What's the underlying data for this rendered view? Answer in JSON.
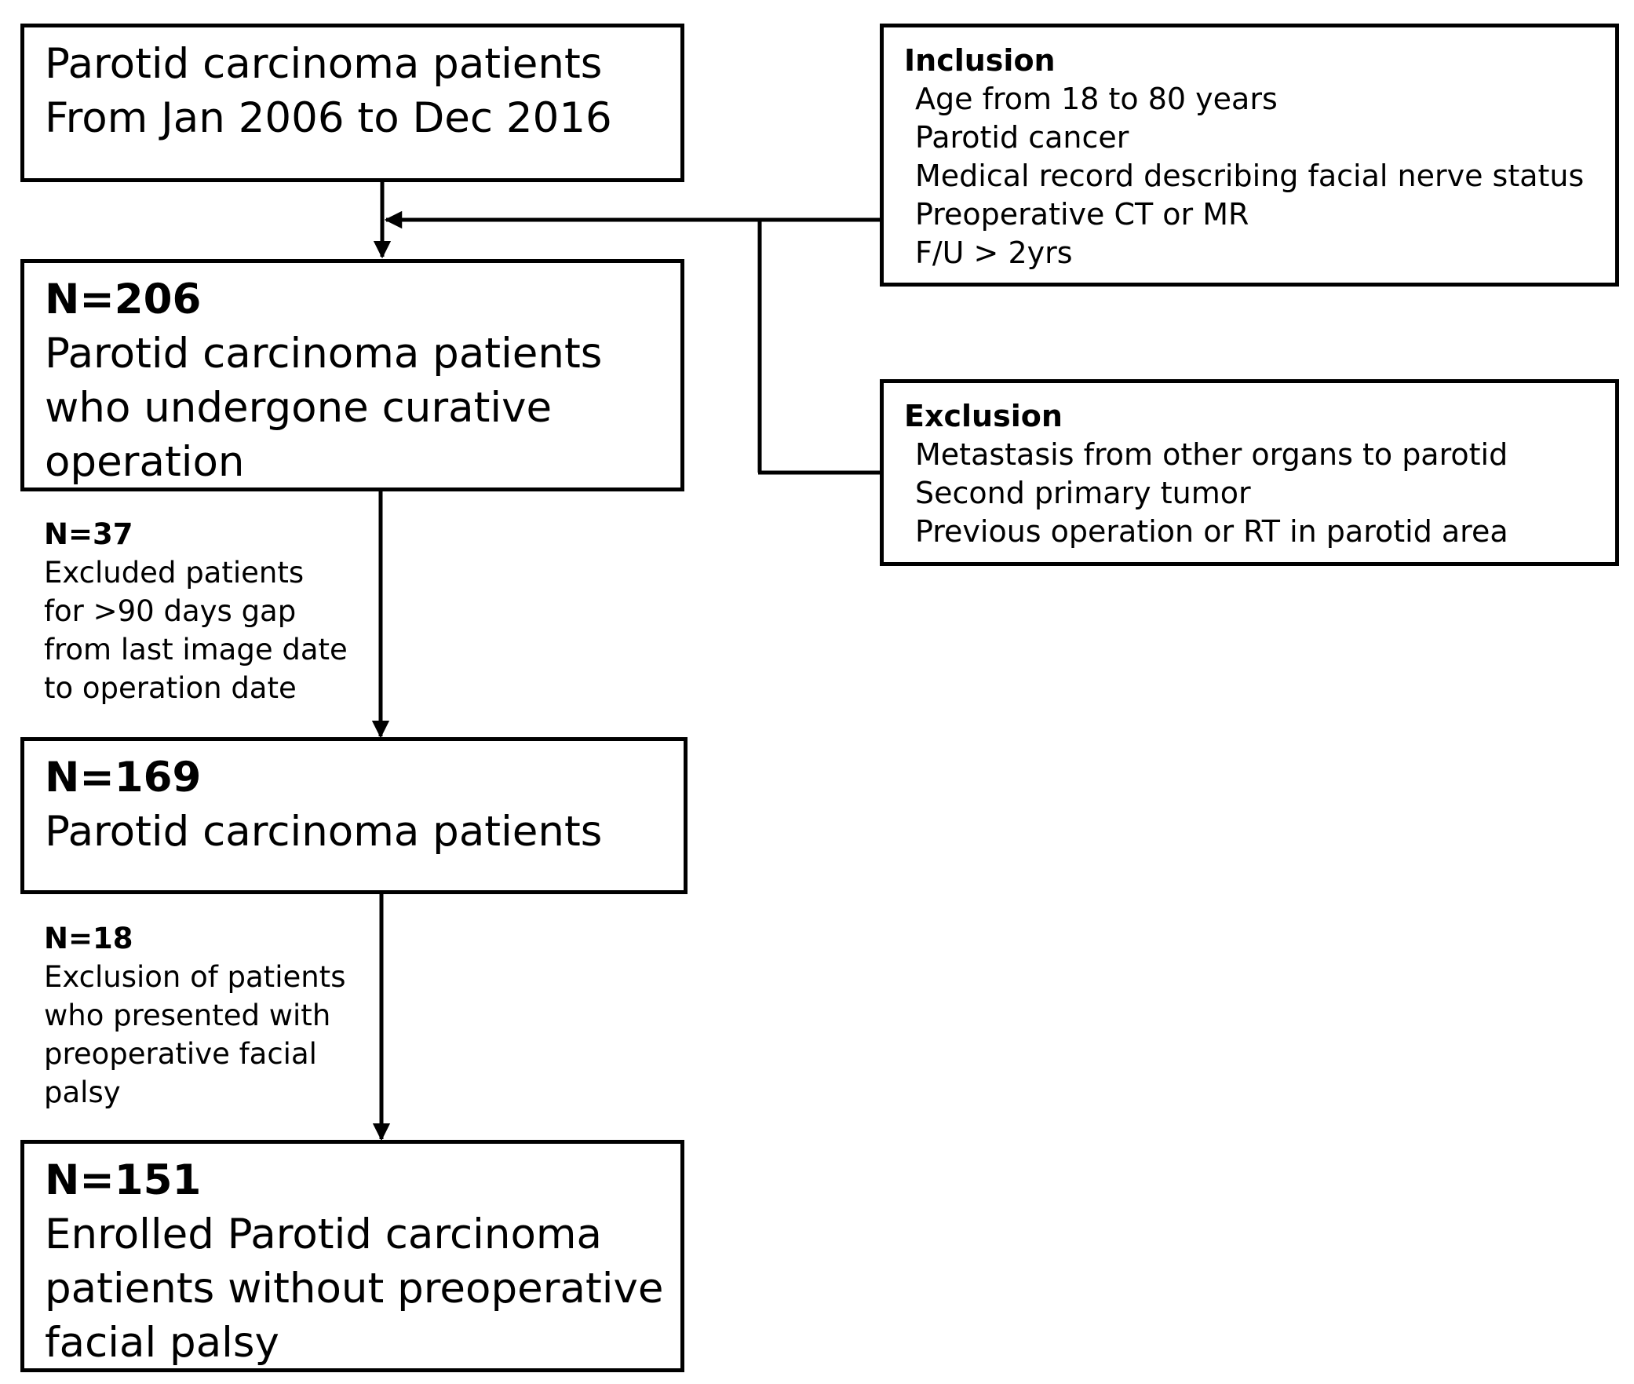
{
  "start": {
    "lines": [
      "Parotid carcinoma patients",
      "From Jan 2006 to Dec 2016"
    ]
  },
  "inclusion": {
    "title": "Inclusion",
    "items": [
      "Age from 18 to 80 years",
      "Parotid cancer",
      "Medical record describing facial nerve status",
      "Preoperative CT or MR",
      "F/U > 2yrs"
    ]
  },
  "exclusion": {
    "title": "Exclusion",
    "items": [
      "Metastasis from other organs to parotid",
      "Second primary tumor",
      "Previous operation or RT in parotid area"
    ]
  },
  "stage1": {
    "count": "N=206",
    "lines": [
      "Parotid carcinoma patients",
      "who undergone curative",
      "operation"
    ]
  },
  "exclusion_step1": {
    "count": "N=37",
    "lines": [
      "Excluded patients",
      "for >90 days gap",
      "from last image date",
      "to operation date"
    ]
  },
  "stage2": {
    "count": "N=169",
    "lines": [
      "Parotid carcinoma patients"
    ]
  },
  "exclusion_step2": {
    "count": "N=18",
    "lines": [
      "Exclusion of patients",
      "who presented with",
      "preoperative facial",
      "palsy"
    ]
  },
  "final": {
    "count": "N=151",
    "lines": [
      "Enrolled Parotid carcinoma",
      "patients without preoperative",
      "facial palsy"
    ]
  }
}
